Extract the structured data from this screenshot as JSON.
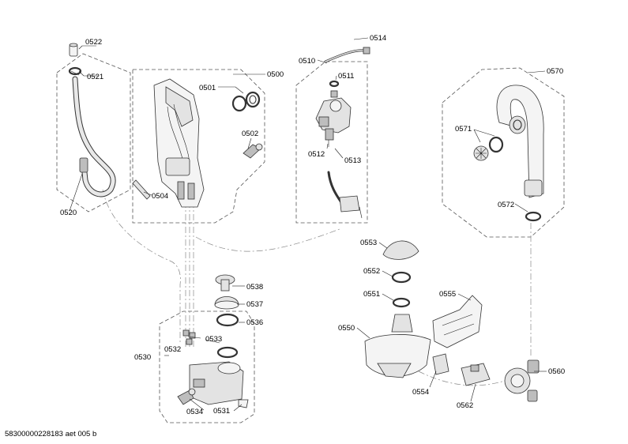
{
  "doc_number": "58300000228183 aet 005 b",
  "labels": {
    "p0500": "0500",
    "p0501": "0501",
    "p0502": "0502",
    "p0504": "0504",
    "p0510": "0510",
    "p0511": "0511",
    "p0512": "0512",
    "p0513": "0513",
    "p0514": "0514",
    "p0520": "0520",
    "p0521": "0521",
    "p0522": "0522",
    "p0530": "0530",
    "p0531": "0531",
    "p0532": "0532",
    "p0533": "0533",
    "p0534": "0534",
    "p0536": "0536",
    "p0537": "0537",
    "p0538": "0538",
    "p0550": "0550",
    "p0551": "0551",
    "p0552": "0552",
    "p0553": "0553",
    "p0554": "0554",
    "p0555": "0555",
    "p0560": "0560",
    "p0562": "0562",
    "p0570": "0570",
    "p0571": "0571",
    "p0572": "0572"
  }
}
